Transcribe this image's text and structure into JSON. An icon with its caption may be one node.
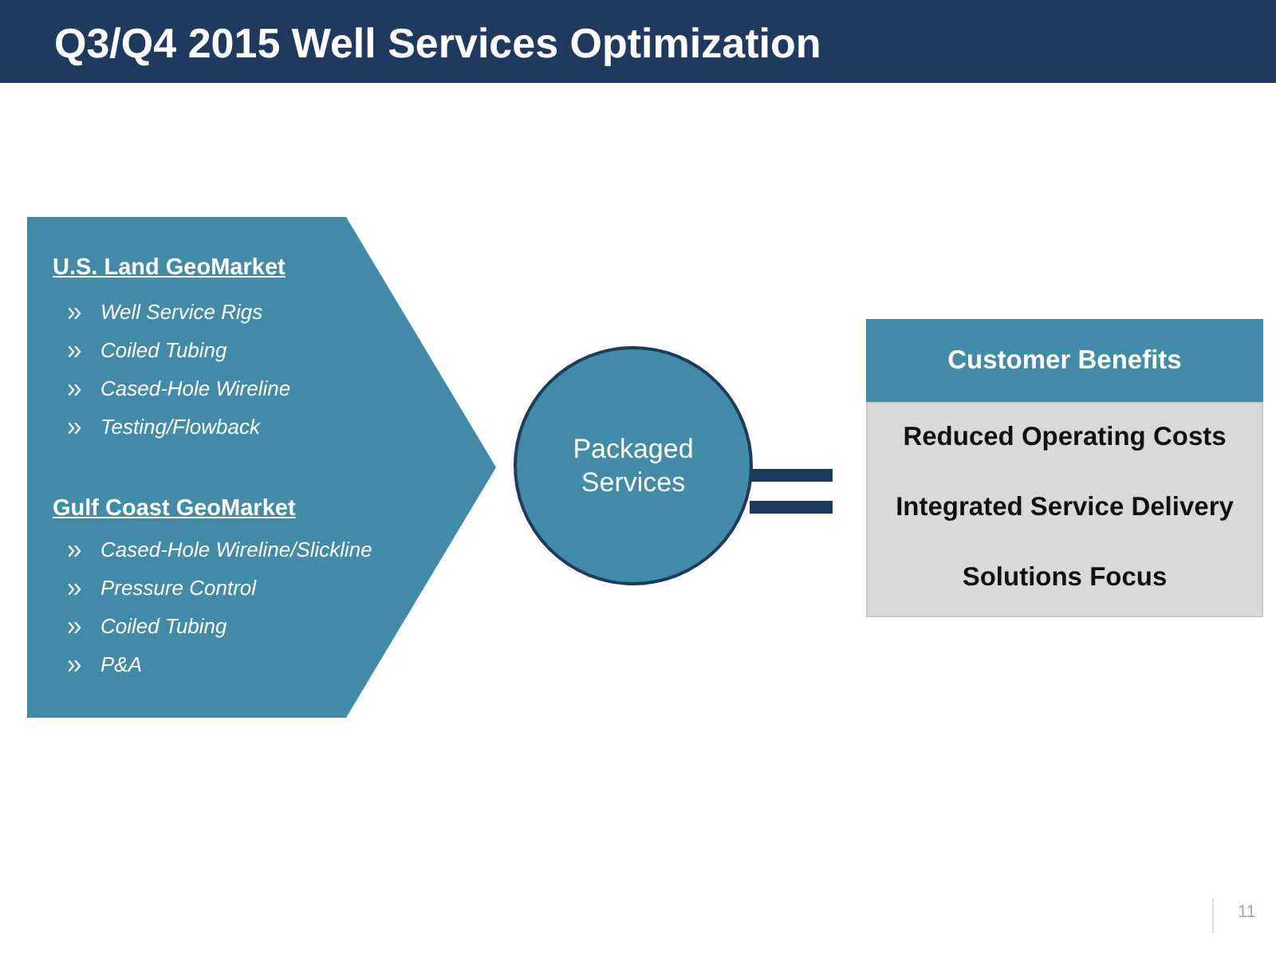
{
  "diagram": {
    "title": "Q3/Q4 2015 Well Services Optimization",
    "nodes": [
      {
        "text": [
          "U.S. Land GeoMarket",
          "Well Service Rigs",
          "Coiled Tubing",
          "Cased-Hole Wireline",
          "Testing/Flowback",
          "Gulf Coast GeoMarket",
          "Cased-Hole Wireline/Slickline",
          "Pressure Control",
          "Coiled Tubing",
          "P&A"
        ]
      },
      {
        "text": [
          "Packaged Services"
        ]
      },
      {
        "text": [
          "Customer Benefits",
          "Reduced Operating Costs",
          "Integrated Service Delivery",
          "Solutions Focus"
        ]
      }
    ],
    "labels": [
      "11"
    ]
  }
}
